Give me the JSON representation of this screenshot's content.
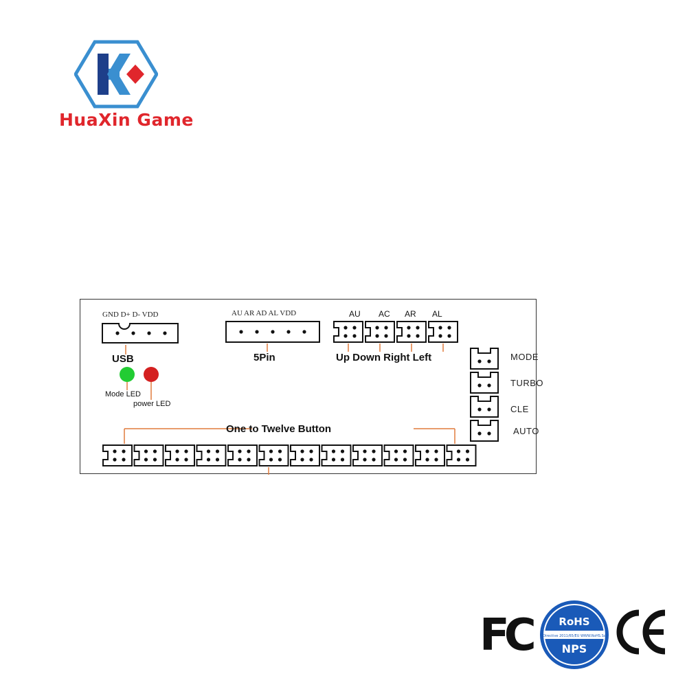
{
  "brand": {
    "name": "HuaXin Game",
    "logo_colors": [
      "#3a8fd0",
      "#1e3f8a",
      "#e0262c"
    ]
  },
  "board": {
    "usb": {
      "pins": "GND D+ D- VDD",
      "label": "USB"
    },
    "five_pin": {
      "pins": "AU AR AD AL VDD",
      "label": "5Pin"
    },
    "directions": {
      "pins": [
        "AU",
        "AC",
        "AR",
        "AL"
      ],
      "label": "Up Down Right Left"
    },
    "leds": [
      {
        "label": "Mode LED",
        "color": "#22cc33"
      },
      {
        "label": "power LED",
        "color": "#d42020"
      }
    ],
    "side_buttons": [
      "MODE",
      "TURBO",
      "CLE",
      "AUTO"
    ],
    "button_row": {
      "label": "One to Twelve Button",
      "count": 12
    }
  },
  "certifications": {
    "fc": "FC",
    "rohs": {
      "title": "RoHS",
      "directive": "Directive 2011/65/EU  WWW.RoHS.So",
      "code": "NPS"
    },
    "ce": "CE"
  },
  "colors": {
    "accent_line": "#e07a3c",
    "connector": "#111111"
  }
}
